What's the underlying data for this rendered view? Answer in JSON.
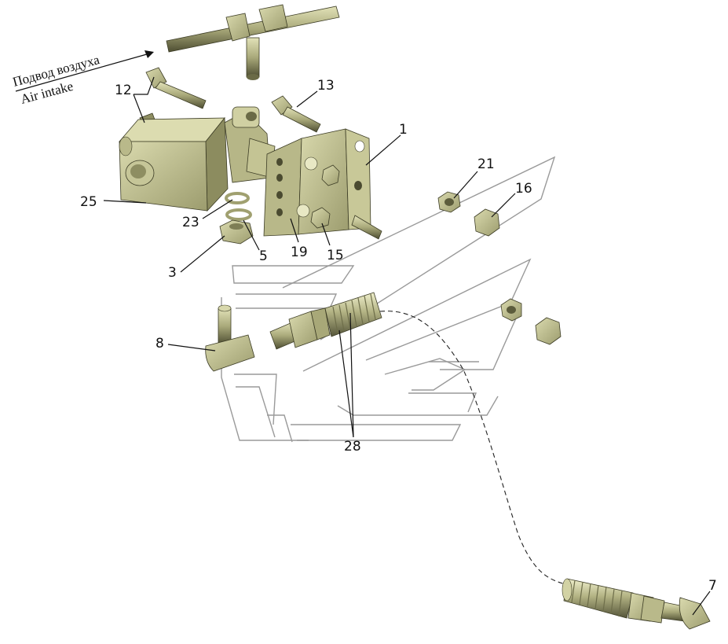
{
  "air_intake": {
    "label_ru": "Подвод воздуха",
    "label_en": "Air intake"
  },
  "callouts": {
    "c1": "1",
    "c3": "3",
    "c5": "5",
    "c7": "7",
    "c8": "8",
    "c12": "12",
    "c13": "13",
    "c15": "15",
    "c16": "16",
    "c19": "19",
    "c21": "21",
    "c23": "23",
    "c25": "25",
    "c28": "28"
  },
  "colors": {
    "part_light": "#d2d2a4",
    "part_mid": "#b5b585",
    "part_dark": "#86865d",
    "part_shadow": "#5c5c3c",
    "outline": "#a8a8a8",
    "text": "#111111"
  }
}
